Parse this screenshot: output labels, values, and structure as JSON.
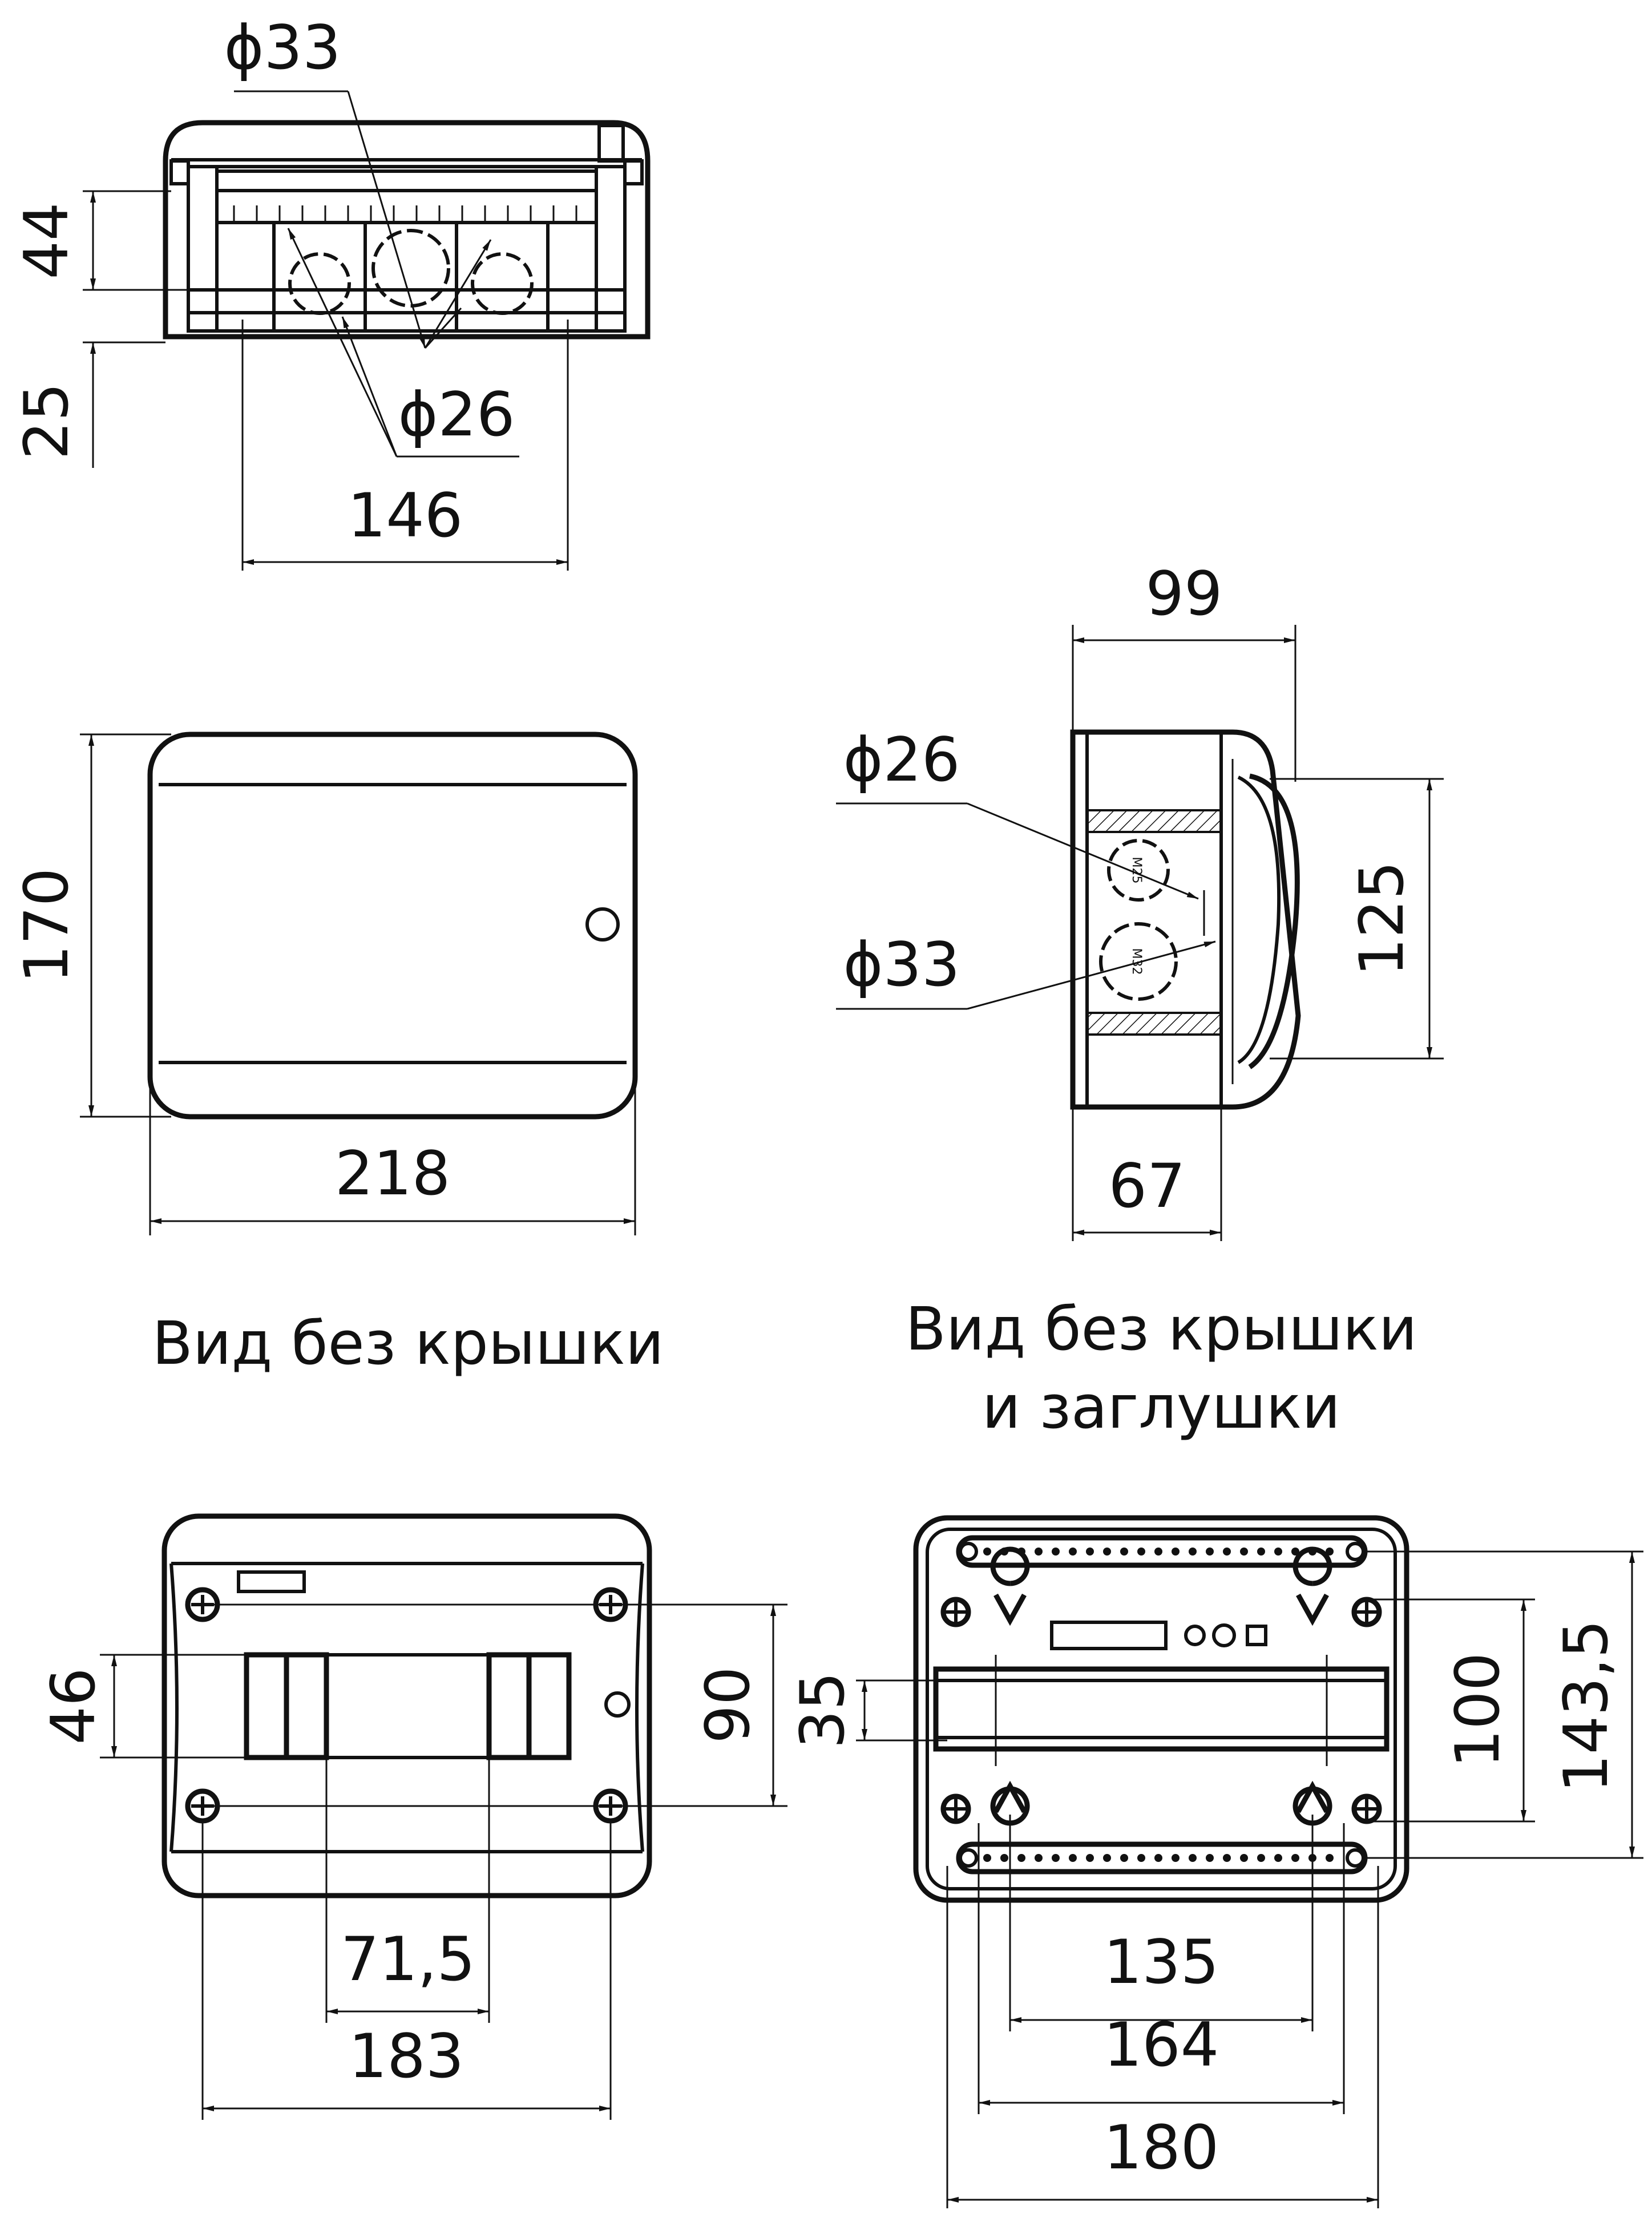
{
  "views": {
    "top": {
      "dimensions": {
        "height_upper": "44",
        "height_lower": "25",
        "width": "146",
        "diameter_large": "ϕ33",
        "diameter_small": "ϕ26"
      }
    },
    "front": {
      "dimensions": {
        "height": "170",
        "width": "218"
      }
    },
    "side": {
      "dimensions": {
        "depth_total": "99",
        "depth_body": "67",
        "height": "125",
        "diameter_small": "ϕ26",
        "diameter_large": "ϕ33"
      },
      "knockout_labels": {
        "small": "M25",
        "large": "M32"
      }
    },
    "no_cover": {
      "caption": "Вид без крышки",
      "dimensions": {
        "module_height": "46",
        "mount_vertical": "90",
        "module_width": "71,5",
        "mount_horizontal": "183"
      }
    },
    "no_cover_no_plug": {
      "caption_line1": "Вид без крышки",
      "caption_line2": "и заглушки",
      "dimensions": {
        "rail_width": "35",
        "mount_vertical": "100",
        "total_vertical": "143,5",
        "inner_horizontal": "135",
        "mount_horizontal": "164",
        "total_horizontal": "180"
      }
    }
  }
}
